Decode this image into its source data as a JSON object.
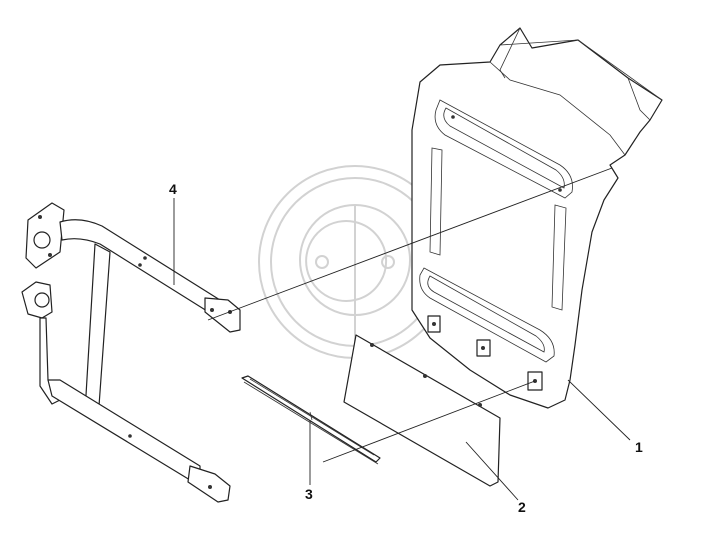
{
  "parts": [
    {
      "callout": "1",
      "name": "panel"
    },
    {
      "callout": "2",
      "name": "plate"
    },
    {
      "callout": "3",
      "name": "strip"
    },
    {
      "callout": "4",
      "name": "frame"
    }
  ]
}
